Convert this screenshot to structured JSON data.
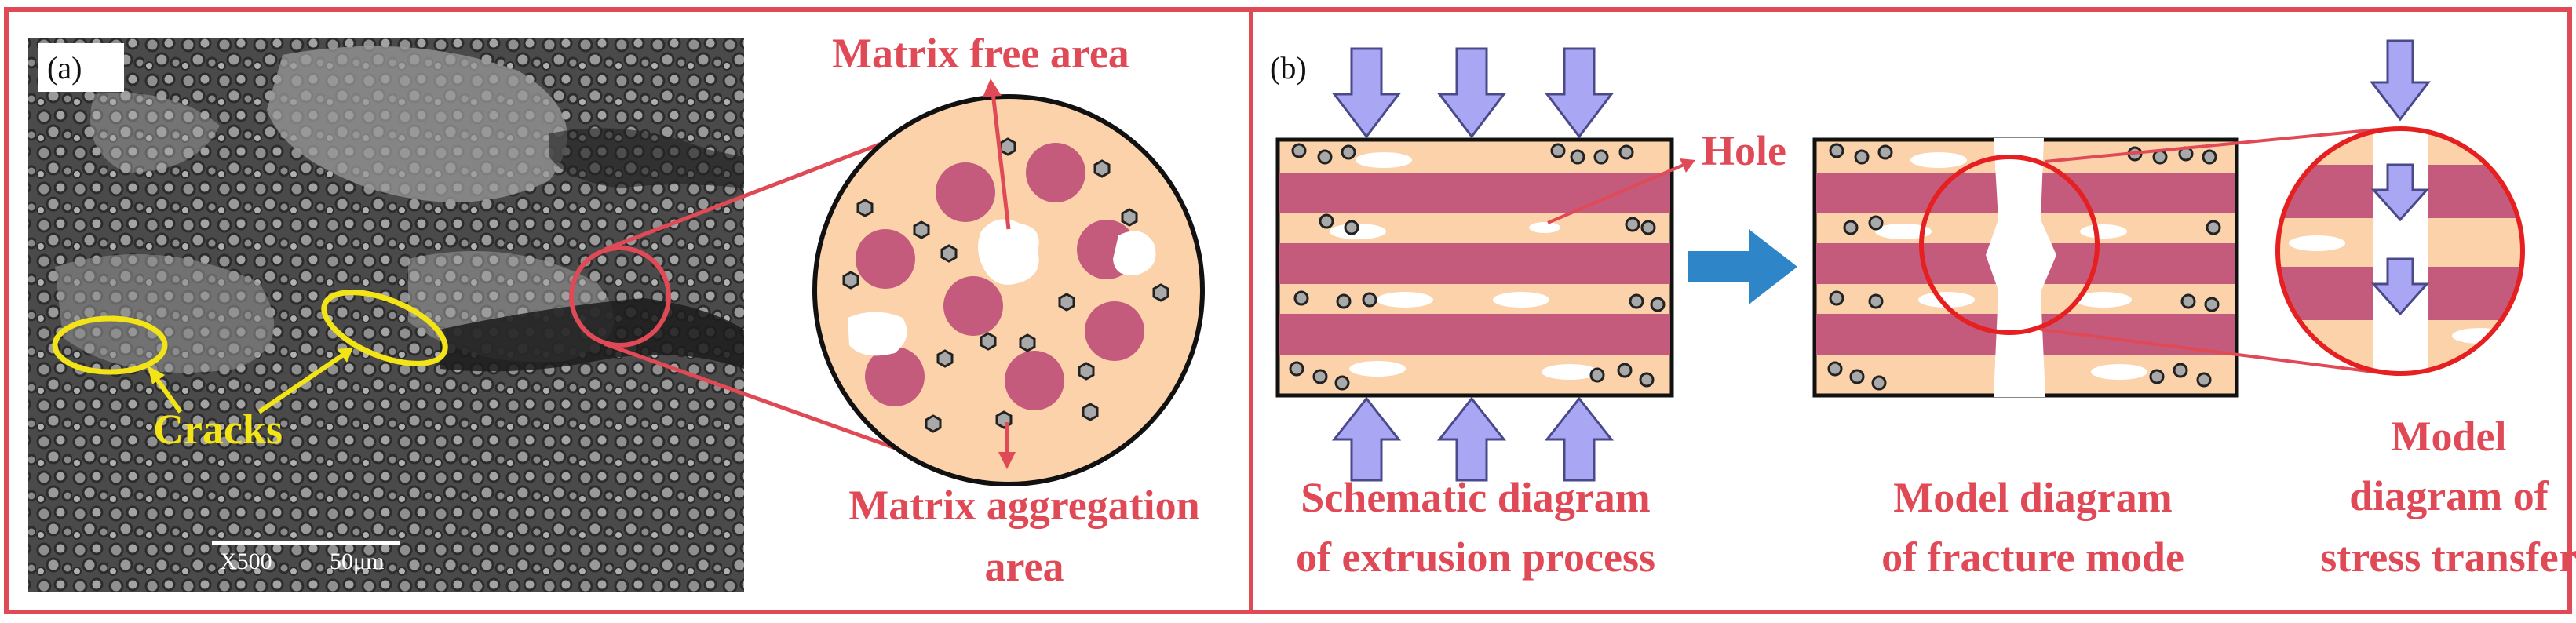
{
  "panel_a": {
    "tag": "(a)",
    "cracks_label": "Cracks",
    "scale_mag": "X500",
    "scale_len": "50μm",
    "matrix_free_label": "Matrix free area",
    "matrix_aggregation_label_1": "Matrix aggregation",
    "matrix_aggregation_label_2": "area"
  },
  "panel_b": {
    "tag": "(b)",
    "hole_label": "Hole",
    "extrusion_caption_1": "Schematic diagram",
    "extrusion_caption_2": "of extrusion process",
    "fracture_caption_1": "Model diagram",
    "fracture_caption_2": "of fracture mode",
    "stress_caption_1": "Model",
    "stress_caption_2": "diagram of",
    "stress_caption_3": "stress transfer"
  },
  "colors": {
    "border": "#e04a56",
    "label": "#e04a56",
    "cracks": "#f2e416",
    "matrix": "#fbd2a9",
    "fiber_band": "#c45b7d",
    "arrow_fill": "#a9a6f4",
    "arrow_right": "#2e86c9",
    "sem_dark": "#3a3a3a"
  },
  "icons": {
    "down_arrow": "down-arrow-icon",
    "up_arrow": "up-arrow-icon",
    "process_arrow": "right-arrow-icon"
  }
}
